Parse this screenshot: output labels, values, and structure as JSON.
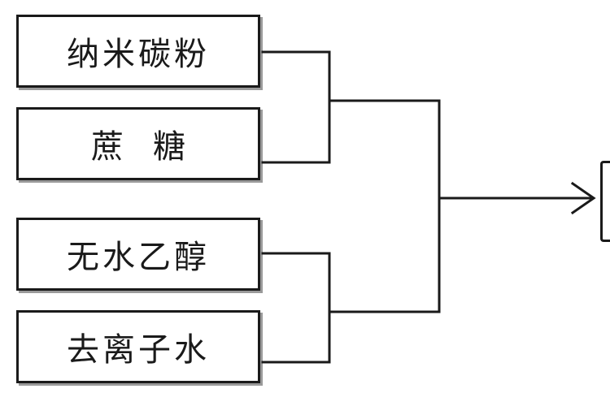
{
  "inputs": [
    {
      "label": "纳米碳粉"
    },
    {
      "label": "蔗糖"
    },
    {
      "label": "无水乙醇"
    },
    {
      "label": "去离子水"
    }
  ]
}
